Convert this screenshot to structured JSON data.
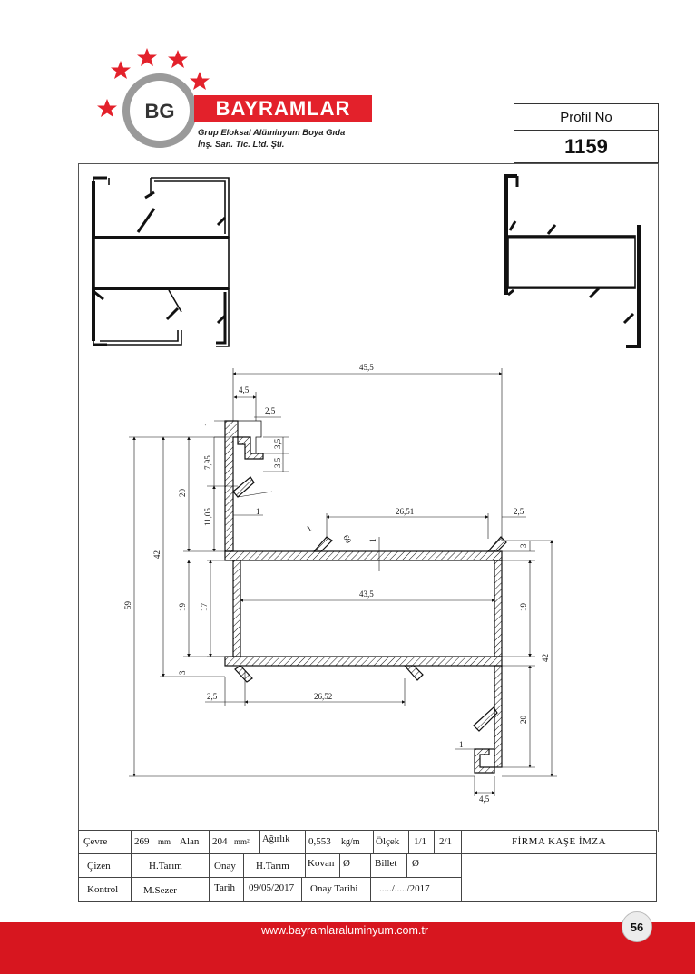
{
  "header": {
    "logo_initials": "BG",
    "brand_name": "BAYRAMLAR",
    "brand_line1": "Grup Eloksal Alüminyum Boya Gıda",
    "brand_line2": "İnş. San. Tic. Ltd. Şti.",
    "profil_label": "Profil No",
    "profil_value": "1159"
  },
  "colors": {
    "brand_red": "#e3212b",
    "footer_red": "#d7161f",
    "logo_gray": "#9a9a9a"
  },
  "dimensions": {
    "d45_5": "45,5",
    "d4_5_top": "4,5",
    "d2_5_top": "2,5",
    "d1_top": "1",
    "d3_5_a": "3,5",
    "d3_5_b": "3,5",
    "d7_95": "7,95",
    "d20_left": "20",
    "d11_05": "11,05",
    "d1_mid": "1",
    "d26_51": "26,51",
    "d2_5_right": "2,5",
    "d1_fin": "1",
    "d60": "60",
    "d1_center": "1",
    "d3_right": "3",
    "d42_left": "42",
    "d59": "59",
    "d19_left": "19",
    "d17": "17",
    "d43_5": "43,5",
    "d19_right": "19",
    "d42_right": "42",
    "d3_left": "3",
    "d2_5_bottom": "2,5",
    "d26_52": "26,52",
    "d20_right": "20",
    "d1_bottom": "1",
    "d4_5_bottom": "4,5"
  },
  "table": {
    "cevre_label": "Çevre",
    "cevre_value": "269",
    "cevre_unit": "mm",
    "alan_label": "Alan",
    "alan_value": "204",
    "alan_unit": "mm²",
    "agirlik_label": "Ağırlık",
    "agirlik_value": "0,553",
    "agirlik_unit": "kg/m",
    "olcek_label": "Ölçek",
    "olcek_v1": "1/1",
    "olcek_v2": "2/1",
    "firma_label": "FİRMA KAŞE İMZA",
    "cizen_label": "Çizen",
    "cizen_value": "H.Tarım",
    "onay_label": "Onay",
    "onay_value": "H.Tarım",
    "kovan_label": "Kovan",
    "kovan_value": "Ø",
    "billet_label": "Billet",
    "billet_value": "Ø",
    "kontrol_label": "Kontrol",
    "kontrol_value": "M.Sezer",
    "tarih_label": "Tarih",
    "tarih_value": "09/05/2017",
    "onay_tarihi_label": "Onay Tarihi",
    "onay_tarihi_value": "...../...../2017"
  },
  "footer": {
    "url": "www.bayramlaraluminyum.com.tr",
    "page_number": "56"
  }
}
